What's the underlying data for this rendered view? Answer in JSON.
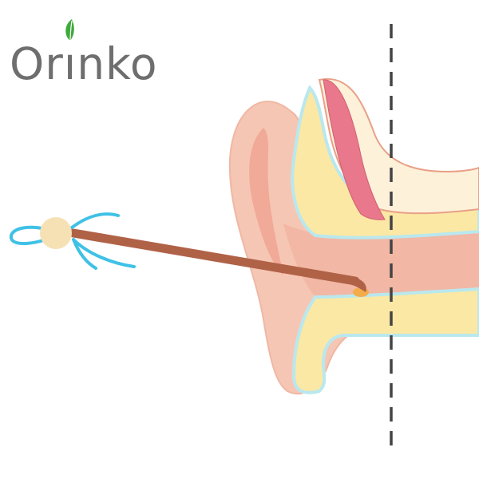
{
  "logo": {
    "text_before_i": "Or",
    "i_char": "ı",
    "text_after_i": "nko",
    "text_color": "#6e6e6e",
    "leaf_color": "#3faa3c"
  },
  "illustration": {
    "subject": "ear-cross-section-with-ear-pick",
    "colors": {
      "skin": "#f6c6b4",
      "skin_inner": "#eea08e",
      "canal": "#f2b7a5",
      "cartilage": "#fbe8a4",
      "eardrum_red": "#e9788c",
      "bone": "#fdf1d9",
      "outline": "#b9e8ee",
      "tool_handle": "#b06247",
      "tool_bead": "#f6e1b5",
      "cord": "#3fc1e6",
      "earwax": "#f3ac4a",
      "divider": "#444444"
    }
  }
}
